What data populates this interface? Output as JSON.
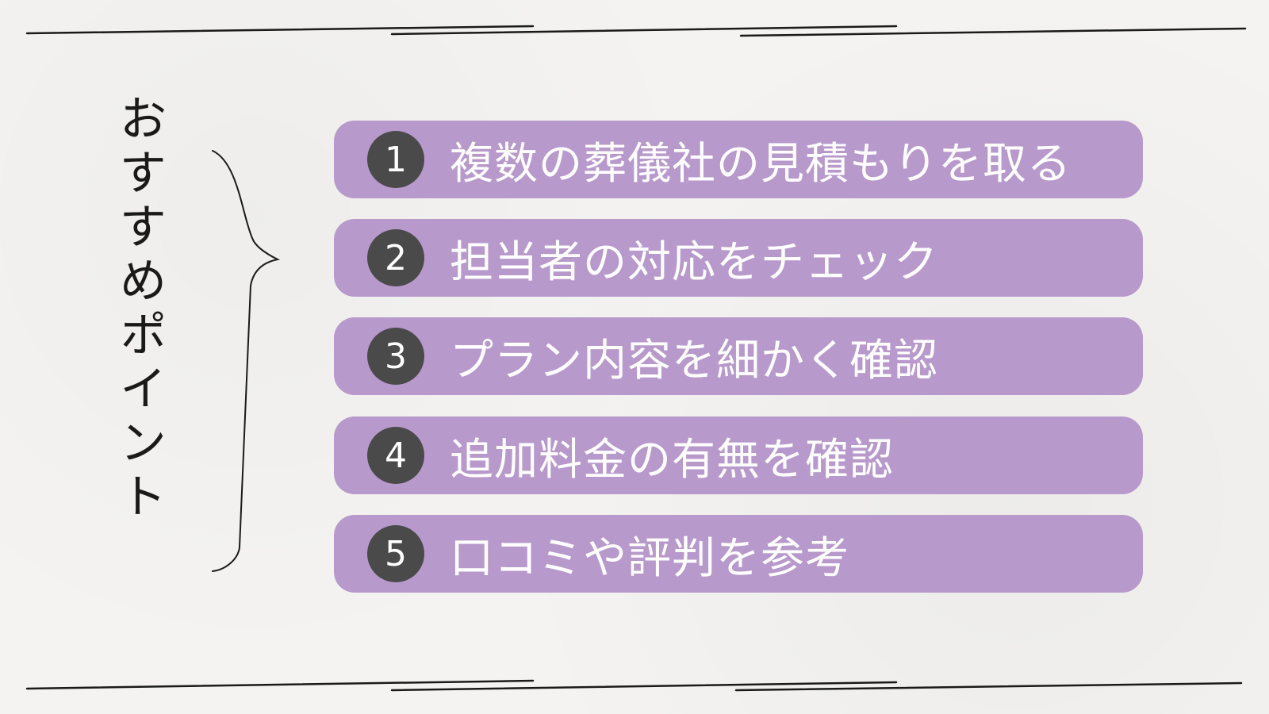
{
  "title": "おすすめポイント",
  "items": [
    {
      "number": "1",
      "label": "複数の葬儀社の見積もりを取る"
    },
    {
      "number": "2",
      "label": "担当者の対応をチェック"
    },
    {
      "number": "3",
      "label": "プラン内容を細かく確認"
    },
    {
      "number": "4",
      "label": "追加料金の有無を確認"
    },
    {
      "number": "5",
      "label": "口コミや評判を参考"
    }
  ],
  "colors": {
    "item_bg": "#b899cb",
    "badge_bg": "#4a4a4a",
    "text": "#ffffff"
  }
}
